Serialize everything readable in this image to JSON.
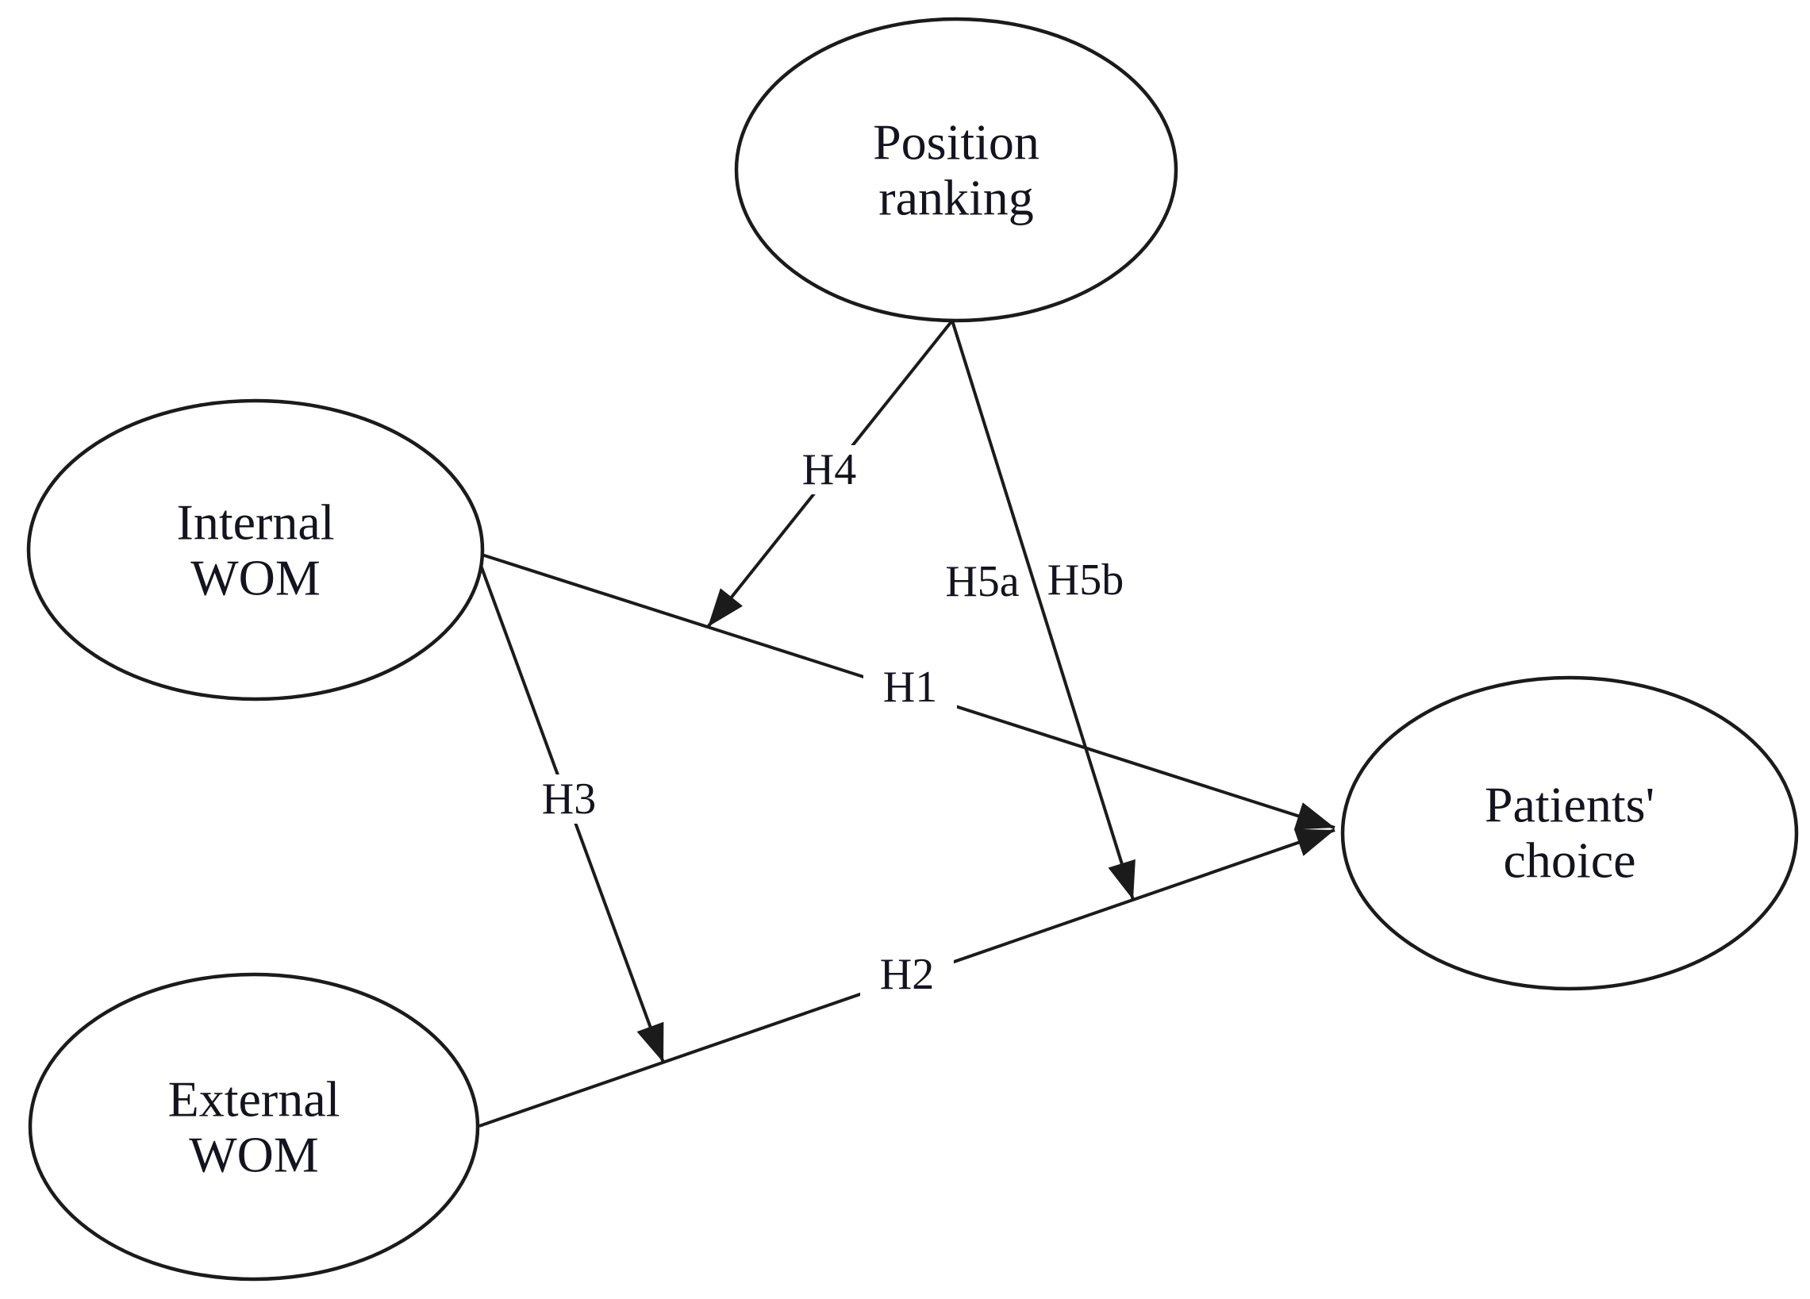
{
  "figure": {
    "type": "hypothesis-path-diagram",
    "colors": {
      "background": "#ffffff",
      "line": "#1b1b1b",
      "text": "#141420"
    },
    "nodes": [
      {
        "id": "position-ranking",
        "lines": [
          "Position",
          "ranking"
        ]
      },
      {
        "id": "internal-wom",
        "lines": [
          "Internal",
          "WOM"
        ]
      },
      {
        "id": "external-wom",
        "lines": [
          "External",
          "WOM"
        ]
      },
      {
        "id": "patients-choice",
        "lines": [
          "Patients'",
          "choice"
        ]
      }
    ],
    "paths": [
      {
        "id": "H1",
        "label": "H1",
        "from": "Internal WOM",
        "to": "Patients' choice"
      },
      {
        "id": "H2",
        "label": "H2",
        "from": "External WOM",
        "to": "Patients' choice"
      },
      {
        "id": "H3",
        "label": "H3",
        "from": "Internal WOM",
        "to": "H2 path (External WOM to Patients' choice)"
      },
      {
        "id": "H4",
        "label": "H4",
        "from": "Position ranking",
        "to": "H1 path (Internal WOM to Patients' choice)"
      },
      {
        "id": "H5",
        "labels": [
          "H5a",
          "H5b"
        ],
        "from": "Position ranking",
        "to": "H2 path (External WOM to Patients' choice)"
      }
    ]
  }
}
